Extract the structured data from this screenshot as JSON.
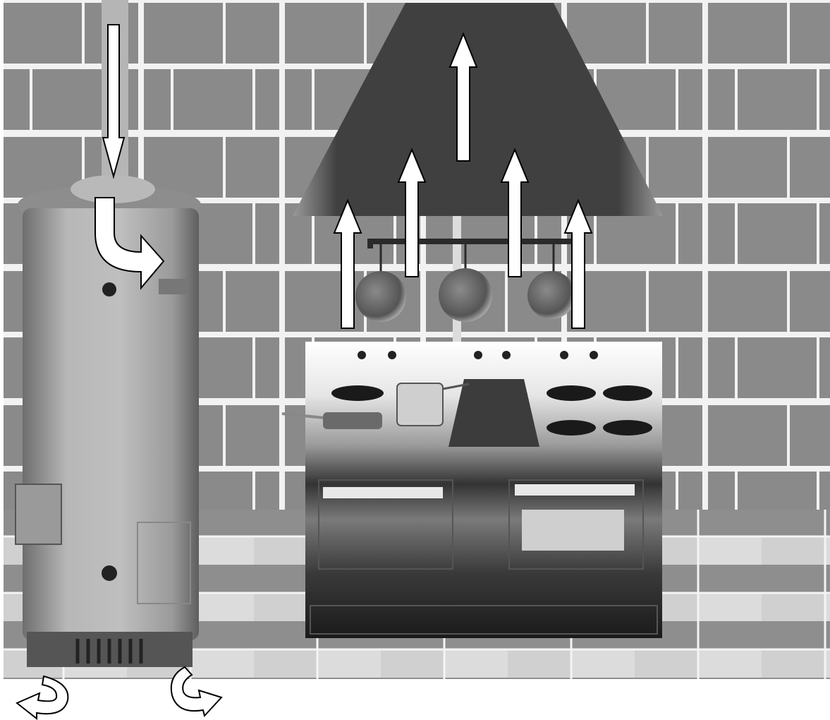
{
  "scene": {
    "description_items": [
      "water-heater",
      "kitchen-range",
      "range-hood",
      "hanging-pans",
      "brick-wall",
      "tile-floor"
    ],
    "colors": {
      "wall_brick": "#8a8a8a",
      "mortar": "#f2f2f2",
      "hood": "#3f3f3f",
      "arrow_fill": "#ffffff",
      "arrow_stroke": "#000000",
      "floor_light": "#d9d9d9",
      "floor_dark": "#8c8c8c"
    },
    "flow_arrows": {
      "flue_down": "straight-down",
      "flue_curve": "curved-right",
      "hood_up_count": 5,
      "floor_curls": 2
    }
  }
}
